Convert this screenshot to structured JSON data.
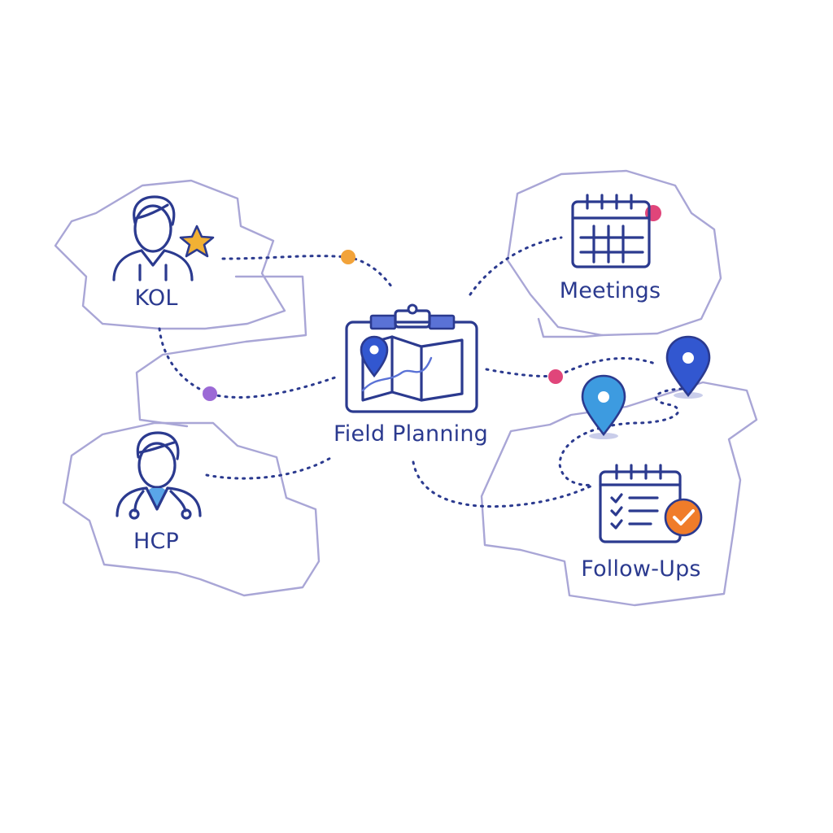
{
  "nodes": {
    "kol": {
      "label": "KOL"
    },
    "hcp": {
      "label": "HCP"
    },
    "center": {
      "label": "Field Planning"
    },
    "meetings": {
      "label": "Meetings"
    },
    "followups": {
      "label": "Follow-Ups"
    }
  },
  "icons": {
    "kol": [
      "person-icon",
      "star-icon"
    ],
    "hcp": [
      "doctor-icon",
      "stethoscope-icon"
    ],
    "center": [
      "clipboard-map-icon",
      "map-pin-icon"
    ],
    "meetings": [
      "calendar-icon"
    ],
    "followups": [
      "checklist-icon",
      "check-badge-icon",
      "map-pin-icon"
    ]
  },
  "colors": {
    "ink": "#2b3a8f",
    "territory": "#a9a6d6",
    "star": "#f2b134",
    "dot_orange": "#f2a33a",
    "dot_purple": "#9b6ad6",
    "dot_pink": "#e0457a",
    "pin_blue": "#3257d0",
    "pin_light": "#3d9be0",
    "check_orange": "#f07c2a",
    "clipboard_accent": "#5a72d6"
  }
}
